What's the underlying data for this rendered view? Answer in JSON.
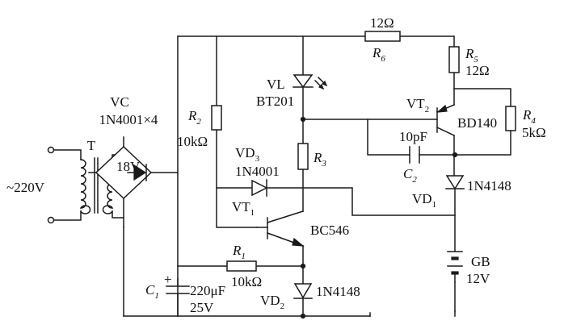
{
  "labels": {
    "vc": {
      "name": "VC",
      "part": "1N4001×4"
    },
    "mains": "~220V",
    "transformer": "T",
    "secondary": "18V",
    "r2": {
      "letter": "R",
      "index": "2",
      "value": "10kΩ"
    },
    "vd3": {
      "letter": "VD",
      "index": "3",
      "part": "1N4001"
    },
    "vl": {
      "name": "VL",
      "part": "BT201"
    },
    "r3": {
      "letter": "R",
      "index": "3"
    },
    "vt1": {
      "letter": "VT",
      "index": "1",
      "part": "BC546"
    },
    "r1": {
      "letter": "R",
      "index": "1",
      "value": "10kΩ"
    },
    "c1": {
      "letter": "C",
      "index": "1",
      "plus": "+",
      "value": "220μF",
      "voltage": "25V"
    },
    "vd2": {
      "letter": "VD",
      "index": "2",
      "part": "1N4148"
    },
    "r6": {
      "letter": "R",
      "index": "6",
      "value": "12Ω"
    },
    "r5": {
      "letter": "R",
      "index": "5",
      "value": "12Ω"
    },
    "vt2": {
      "letter": "VT",
      "index": "2",
      "part": "BD140"
    },
    "r4": {
      "letter": "R",
      "index": "4",
      "value": "5kΩ"
    },
    "c2": {
      "letter": "C",
      "index": "2",
      "value": "10pF"
    },
    "vd1": {
      "letter": "VD",
      "index": "1",
      "part": "1N4148"
    },
    "gb": {
      "name": "GB",
      "voltage": "12V"
    }
  }
}
